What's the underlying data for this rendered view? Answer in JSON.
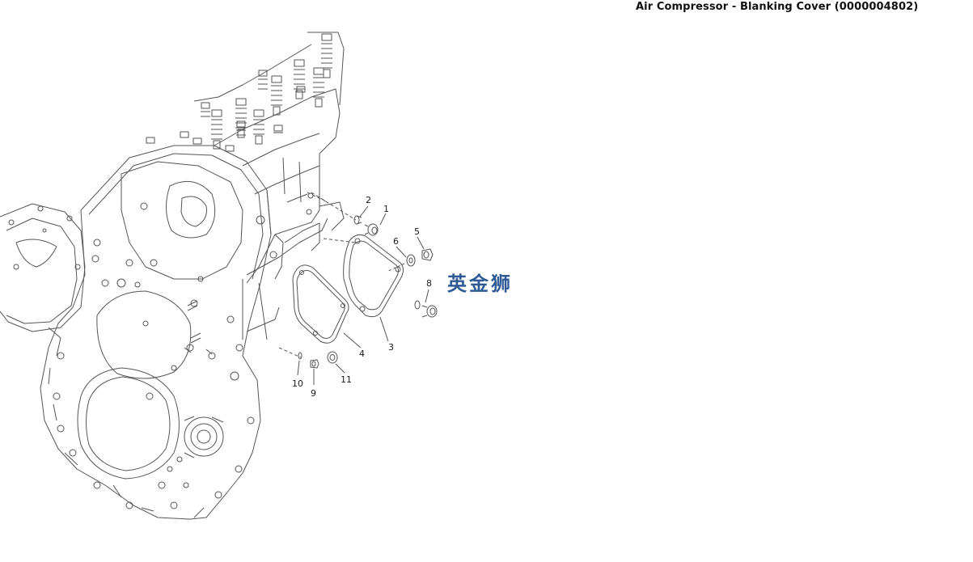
{
  "page": {
    "title": "Air Compressor - Blanking Cover (0000004802)"
  },
  "diagram": {
    "callouts": [
      {
        "id": "1",
        "label": "1"
      },
      {
        "id": "2",
        "label": "2"
      },
      {
        "id": "3",
        "label": "3"
      },
      {
        "id": "4",
        "label": "4"
      },
      {
        "id": "5",
        "label": "5"
      },
      {
        "id": "6",
        "label": "6"
      },
      {
        "id": "8",
        "label": "8"
      },
      {
        "id": "9",
        "label": "9"
      },
      {
        "id": "10",
        "label": "10"
      },
      {
        "id": "11",
        "label": "11"
      }
    ],
    "watermark": "英金狮",
    "line_color": "#555555",
    "watermark_color": "#2f5a96"
  }
}
